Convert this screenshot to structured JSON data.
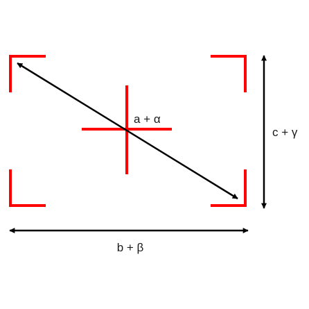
{
  "colors": {
    "frame": "#ff0000",
    "arrows": "#000000",
    "text": "#1a1a1a",
    "background": "#ffffff"
  },
  "labels": {
    "diagonal": "a + α",
    "width": "b + β",
    "height": "c + γ"
  }
}
